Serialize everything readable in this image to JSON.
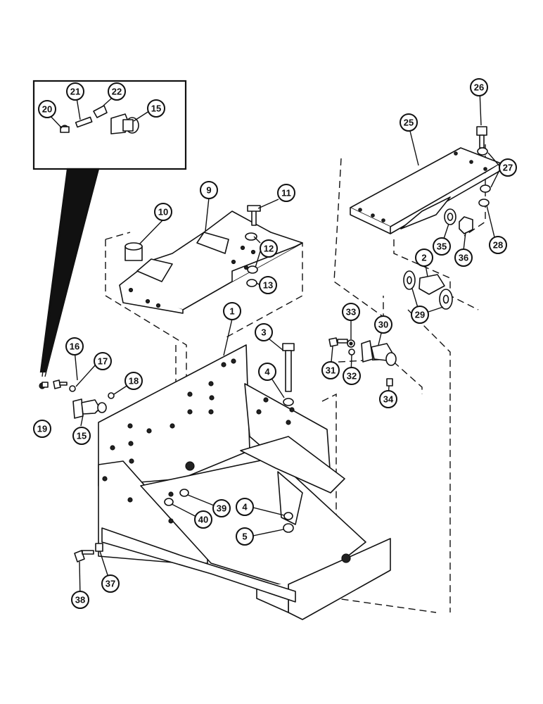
{
  "diagram": {
    "callouts": {
      "c1": "1",
      "c2": "2",
      "c3": "3",
      "c4a": "4",
      "c4b": "4",
      "c5": "5",
      "c9": "9",
      "c10": "10",
      "c11": "11",
      "c12": "12",
      "c13": "13",
      "c15a": "15",
      "c15b": "15",
      "c16": "16",
      "c17": "17",
      "c18": "18",
      "c19": "19",
      "c20": "20",
      "c21": "21",
      "c22": "22",
      "c25": "25",
      "c26": "26",
      "c27": "27",
      "c28": "28",
      "c29": "29",
      "c30": "30",
      "c31": "31",
      "c32": "32",
      "c33": "33",
      "c34": "34",
      "c35": "35",
      "c36": "36",
      "c37": "37",
      "c38": "38",
      "c39": "39",
      "c40": "40"
    }
  }
}
